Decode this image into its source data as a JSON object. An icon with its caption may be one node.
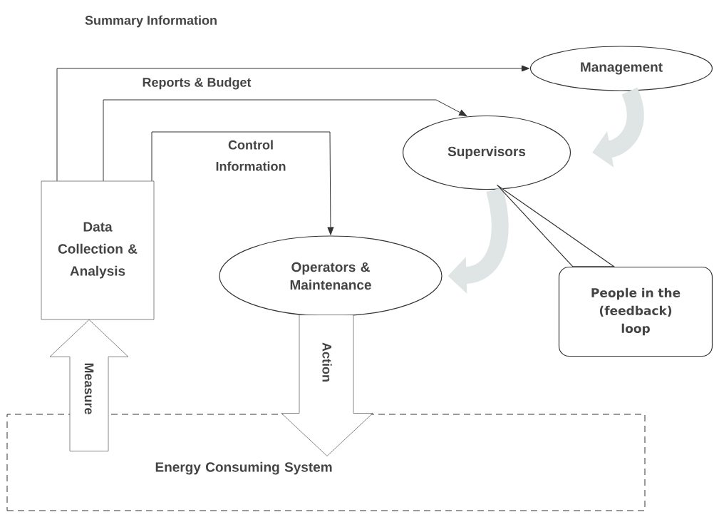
{
  "diagram": {
    "nodes": [
      {
        "text": [
          "Management"
        ]
      },
      {
        "text": [
          "Supervisors"
        ]
      },
      {
        "text": [
          "Data Collection & Analysis"
        ]
      },
      {
        "text": [
          "Operators & Maintenance"
        ]
      },
      {
        "text": [
          "People in the (feedback) loop"
        ]
      },
      {
        "text": [
          "Energy Consuming System"
        ]
      }
    ],
    "edges": [
      {
        "from": 2,
        "to": 0,
        "arrow": "to",
        "label": "Summary Information"
      },
      {
        "from": 2,
        "to": 1,
        "arrow": "to",
        "label": "Reports & Budget"
      },
      {
        "from": 2,
        "to": 3,
        "arrow": "to",
        "label": "Control Information"
      },
      {
        "from": 5,
        "to": 2,
        "arrow": "to",
        "label": "Measure",
        "style": "thick"
      },
      {
        "from": 3,
        "to": 5,
        "arrow": "to",
        "label": "Action",
        "style": "thick"
      },
      {
        "from": 0,
        "to": 1,
        "arrow": "to",
        "style": "thick",
        "color": "#dfe5e5"
      },
      {
        "from": 1,
        "to": 3,
        "arrow": "to",
        "style": "thick",
        "color": "#dfe5e5"
      },
      {
        "from": 4,
        "to": 1,
        "arrow": "none"
      }
    ]
  }
}
